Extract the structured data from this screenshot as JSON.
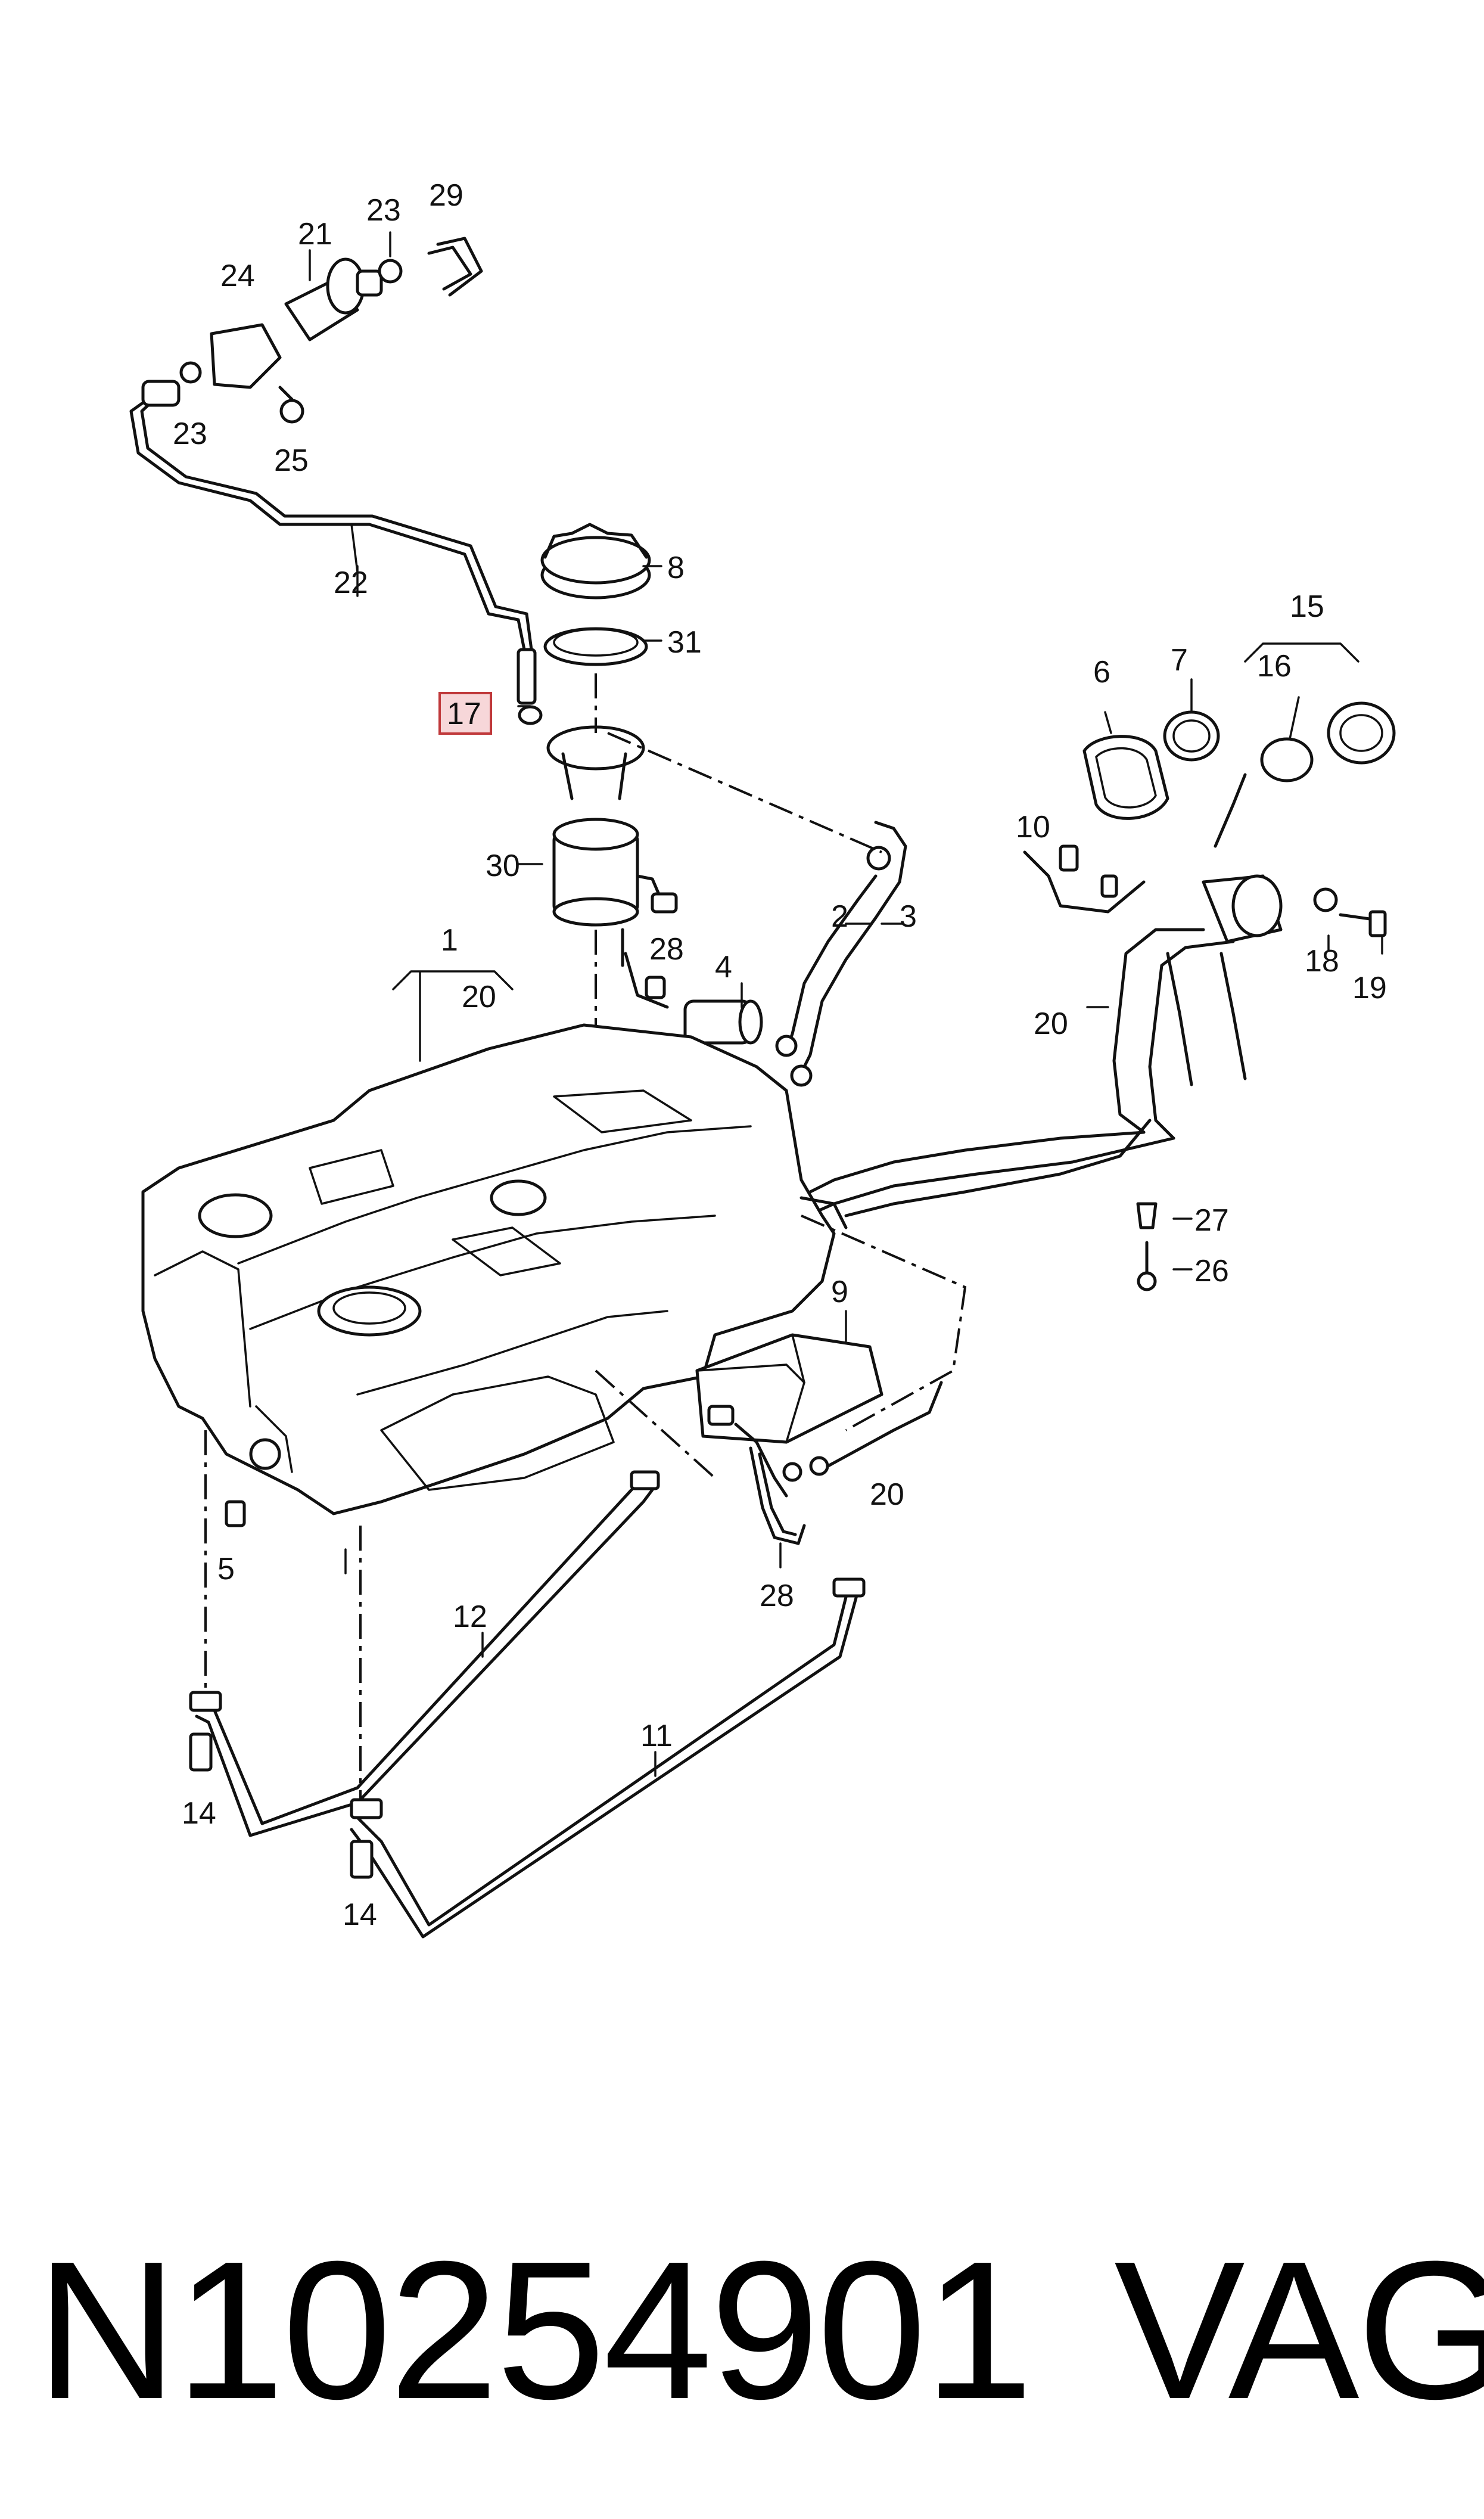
{
  "callouts": [
    "1",
    "2",
    "3",
    "4",
    "5",
    "6",
    "7",
    "8",
    "9",
    "10",
    "11",
    "12",
    "14",
    "14",
    "15",
    "16",
    "17",
    "18",
    "19",
    "20",
    "20",
    "20",
    "21",
    "22",
    "23",
    "23",
    "24",
    "25",
    "26",
    "27",
    "28",
    "28",
    "29",
    "30",
    "31"
  ],
  "highlighted_callout": "17",
  "footer": {
    "part_number": "N10254901",
    "brand": "VAG"
  },
  "colors": {
    "line": "#111111",
    "highlight_fill": "#f7d7d9",
    "highlight_border": "#c0393b",
    "background": "#ffffff"
  }
}
